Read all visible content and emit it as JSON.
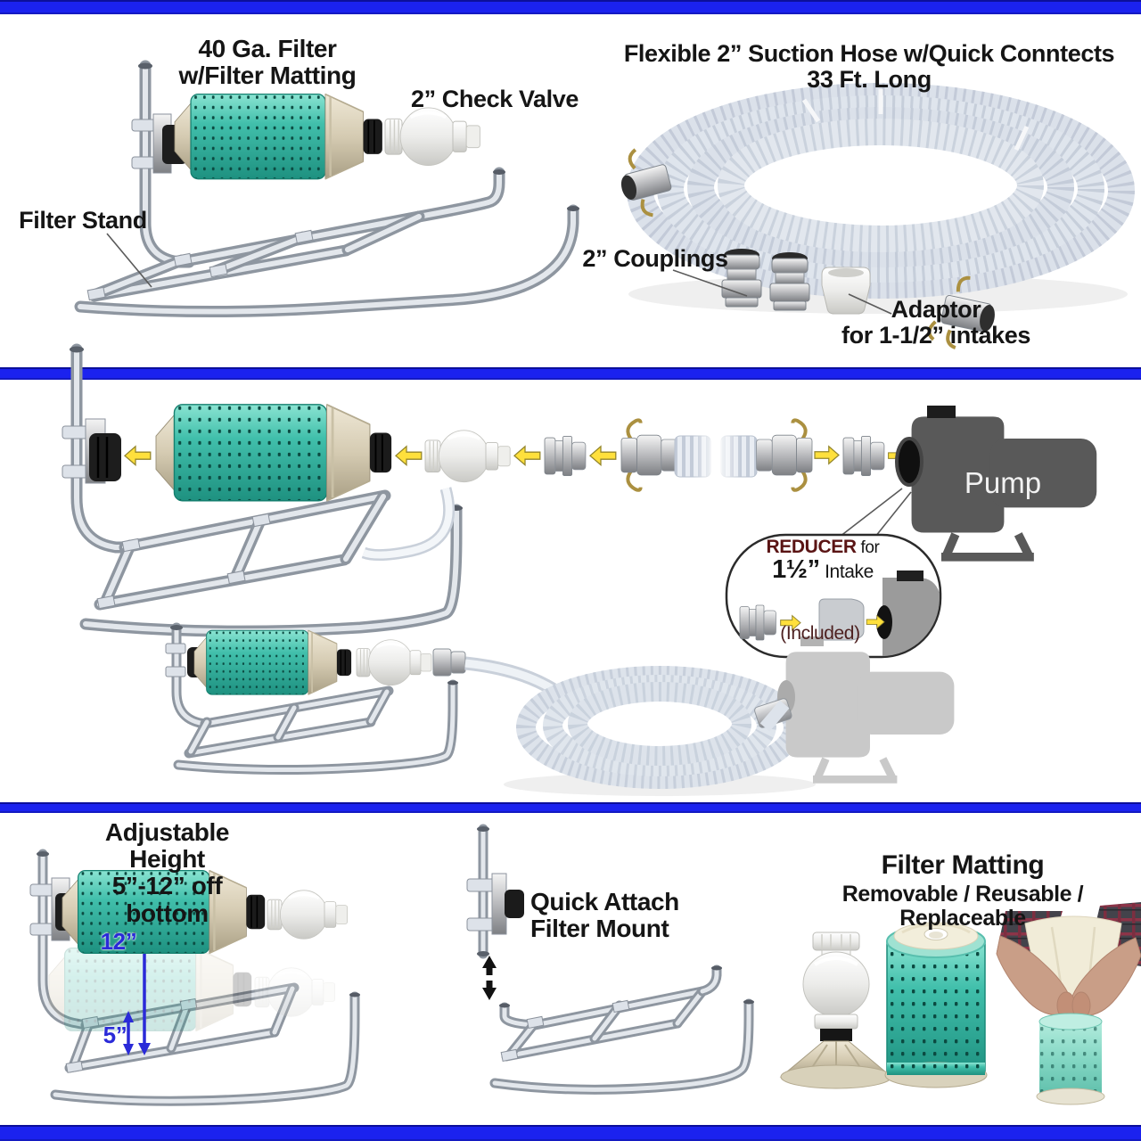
{
  "colors": {
    "bar_blue": "#1b22ef",
    "arrow_yellow": "#ffe03c",
    "filter_teal": "#41bfab",
    "pump_gray": "#595959",
    "ghost_gray": "#c9c9c9",
    "dim_blue": "#2a2ad8",
    "reducer_maroon": "#5a1414"
  },
  "top": {
    "filter_line1": "40 Ga. Filter",
    "filter_line2": "w/Filter Matting",
    "check_valve": "2” Check Valve",
    "filter_stand": "Filter Stand",
    "hose_line1": "Flexible 2” Suction Hose w/Quick Conntects",
    "hose_line2": "33 Ft. Long",
    "couplings": "2” Couplings",
    "adaptor_line1": "Adaptor",
    "adaptor_line2": "for 1-1/2” intakes"
  },
  "middle": {
    "pump": "Pump",
    "reducer_title": "REDUCER",
    "reducer_for": " for",
    "reducer_size": "1½”",
    "reducer_intake": " Intake",
    "included": "(Included)"
  },
  "bottom": {
    "adjustable_line1": "Adjustable Height",
    "adjustable_line2": "5”-12” off bottom",
    "dim_high": "12”",
    "dim_low": "5”",
    "quick_line1": "Quick Attach",
    "quick_line2": "Filter Mount",
    "matting_title": "Filter Matting",
    "matting_sub": "Removable / Reusable / Replaceable"
  }
}
